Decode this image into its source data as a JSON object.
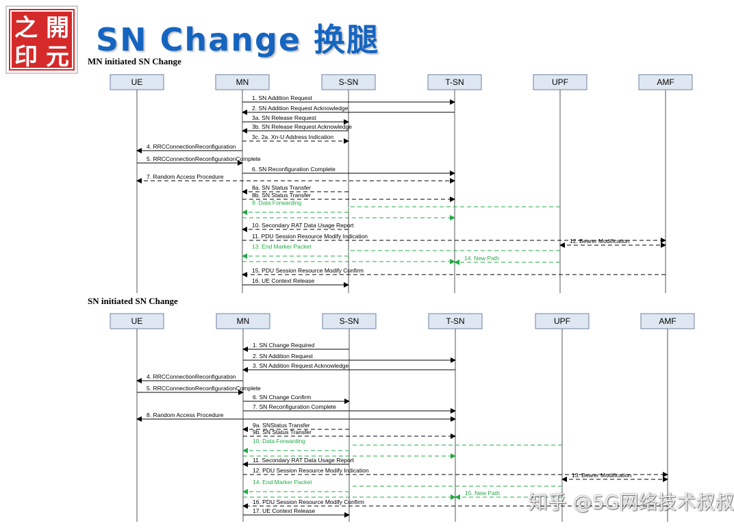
{
  "logo": {
    "chars": [
      "之",
      "開",
      "印",
      "元"
    ]
  },
  "title": "SN Change 换腿",
  "watermark": "知乎 @5G网络技术叔叔",
  "colors": {
    "title": "#1565c0",
    "data_path": "#22aa44",
    "logo_red": "#d42a2a"
  },
  "sections": [
    {
      "title": "MN initiated SN Change",
      "entities": [
        "UE",
        "MN",
        "S-SN",
        "T-SN",
        "UPF",
        "AMF"
      ],
      "messages": [
        {
          "label": "1. SN Addition Request",
          "from": 1,
          "to": 3,
          "style": "solid"
        },
        {
          "label": "2. SN Addition Request Acknowledge",
          "from": 3,
          "to": 1,
          "style": "solid"
        },
        {
          "label": "3a. SN Release Request",
          "from": 1,
          "to": 2,
          "style": "solid"
        },
        {
          "label": "3b. SN Release Request Acknowledge",
          "from": 2,
          "to": 1,
          "style": "solid"
        },
        {
          "label": "3c. 2a. Xn-U Address Indication",
          "from": 1,
          "to": 2,
          "style": "dashed"
        },
        {
          "label": "4. RRCConnectionReconfiguration",
          "from": 1,
          "to": 0,
          "style": "solid"
        },
        {
          "label": "5. RRCConnectionReconfigurationComplete",
          "from": 0,
          "to": 1,
          "style": "solid"
        },
        {
          "label": "6. SN Reconfiguration Complete",
          "from": 1,
          "to": 3,
          "style": "solid"
        },
        {
          "label": "7. Random Access Procedure",
          "from": 0,
          "to": 3,
          "style": "dashed-both"
        },
        {
          "label": "8a. SN Status Transfer",
          "from": 2,
          "to": 1,
          "style": "dashed"
        },
        {
          "label": "8b. SN Status Transfer",
          "from": 1,
          "to": 3,
          "style": "dashed"
        },
        {
          "label": "9. Data Forwarding",
          "from": 4,
          "to": 1,
          "style": "green-fwd",
          "via": 2
        },
        {
          "label": "10. Secondary RAT Data Usage Report",
          "from": 2,
          "to": 1,
          "style": "dashed"
        },
        {
          "label": "11. PDU Session Resource Modify Indication",
          "from": 1,
          "to": 5,
          "style": "dashed"
        },
        {
          "label": "12. Bearer Modification",
          "from": 4,
          "to": 5,
          "style": "dashed-both"
        },
        {
          "label": "13. End Marker Packet",
          "from": 4,
          "to": 1,
          "style": "green-fwd",
          "via": 2
        },
        {
          "label": "14. New Path",
          "from": 4,
          "to": 3,
          "style": "green"
        },
        {
          "label": "15. PDU Session Resource Modify Confirm",
          "from": 5,
          "to": 1,
          "style": "dashed"
        },
        {
          "label": "16. UE Context Release",
          "from": 1,
          "to": 2,
          "style": "solid"
        }
      ]
    },
    {
      "title": "SN initiated SN Change",
      "entities": [
        "UE",
        "MN",
        "S-SN",
        "T-SN",
        "UPF",
        "AMF"
      ],
      "messages": [
        {
          "label": "1. SN Change Required",
          "from": 2,
          "to": 1,
          "style": "solid"
        },
        {
          "label": "2. SN Addition Request",
          "from": 1,
          "to": 3,
          "style": "solid"
        },
        {
          "label": "3. SN Addition Request Acknowledge",
          "from": 3,
          "to": 1,
          "style": "solid"
        },
        {
          "label": "4. RRCConnectionReconfiguration",
          "from": 1,
          "to": 0,
          "style": "solid"
        },
        {
          "label": "5. RRCConnectionReconfigurationComplete",
          "from": 0,
          "to": 1,
          "style": "solid"
        },
        {
          "label": "6. SN Change Confirm",
          "from": 1,
          "to": 2,
          "style": "solid"
        },
        {
          "label": "7. SN Reconfiguration Complete",
          "from": 1,
          "to": 3,
          "style": "solid"
        },
        {
          "label": "8. Random Access Procedure",
          "from": 0,
          "to": 3,
          "style": "solid-both"
        },
        {
          "label": "9a. SNStatus Transfer",
          "from": 2,
          "to": 1,
          "style": "dashed"
        },
        {
          "label": "9b. SN Status Transfer",
          "from": 1,
          "to": 3,
          "style": "dashed"
        },
        {
          "label": "10. Data Forwarding",
          "from": 4,
          "to": 1,
          "style": "green-fwd",
          "via": 2
        },
        {
          "label": "11. Secondary RAT Data Usage Report",
          "from": 2,
          "to": 1,
          "style": "solid"
        },
        {
          "label": "12. PDU Session Resource Modify Indication",
          "from": 1,
          "to": 5,
          "style": "dashed"
        },
        {
          "label": "13. Bearer Modification",
          "from": 4,
          "to": 5,
          "style": "dashed-both"
        },
        {
          "label": "14. End Marker Packet",
          "from": 4,
          "to": 1,
          "style": "green-fwd",
          "via": 2
        },
        {
          "label": "15. New Path",
          "from": 4,
          "to": 3,
          "style": "green"
        },
        {
          "label": "16. PDU Session Resource Modify Confirm",
          "from": 5,
          "to": 1,
          "style": "dashed"
        },
        {
          "label": "17. UE Context Release",
          "from": 1,
          "to": 2,
          "style": "solid"
        }
      ]
    }
  ]
}
